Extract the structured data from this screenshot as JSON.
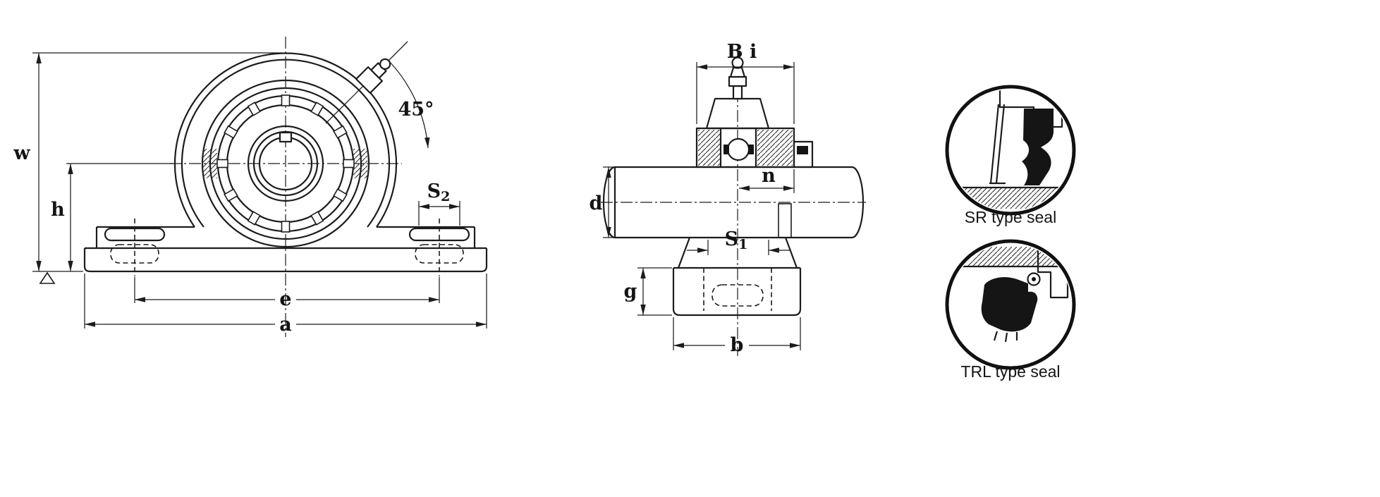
{
  "page": {
    "background": "#ffffff",
    "line_color": "#1c1c1c",
    "seal_fill_color": "#151515"
  },
  "front_view": {
    "labels": {
      "w": "w",
      "h": "h",
      "e": "e",
      "a": "a",
      "s2_base": "S",
      "s2_sub": "2",
      "angle": "45°"
    }
  },
  "side_view": {
    "labels": {
      "bi": "B i",
      "n": "n",
      "d": "d",
      "s1_base": "S",
      "s1_sub": "1",
      "g": "g",
      "b": "b"
    }
  },
  "seal_details": [
    {
      "label": "SR type seal"
    },
    {
      "label": "TRL type seal"
    }
  ]
}
